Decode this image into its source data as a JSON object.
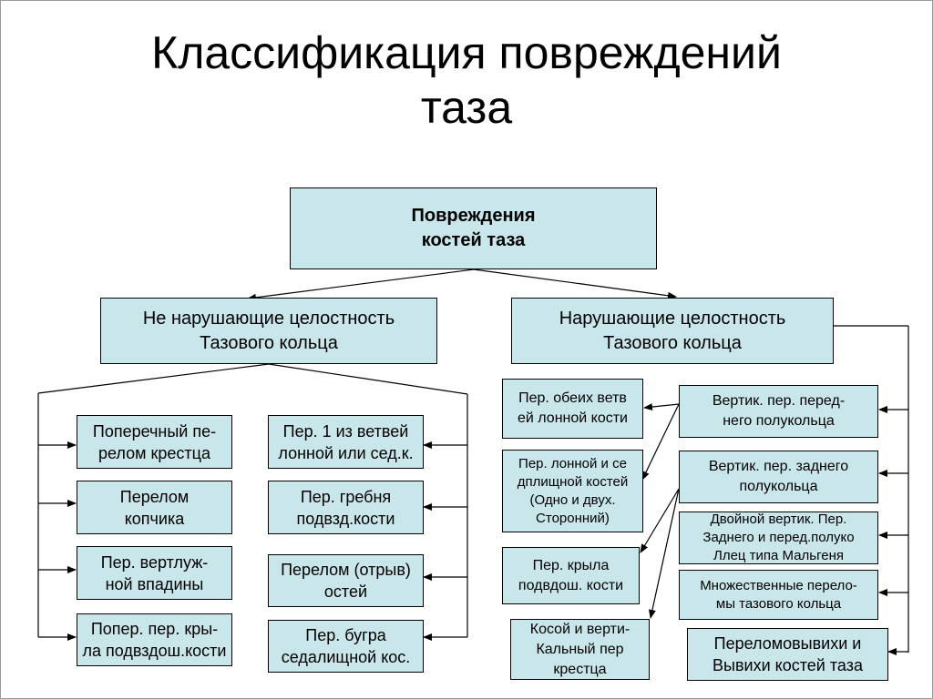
{
  "slide": {
    "title_line1": "Классификация повреждений",
    "title_line2": "таза"
  },
  "diagram": {
    "root": "Повреждения\nкостей таза",
    "left_category": "Не нарушающие целостность\nТазового кольца",
    "right_category": "Нарушающие целостность\nТазового кольца",
    "left_col_a": [
      "Поперечный пе-\nрелом крестца",
      "Перелом\nкопчика",
      "Пер. вертлуж-\nной впадины",
      "Попер. пер. кры-\nла подвздош.кости"
    ],
    "left_col_b": [
      "Пер. 1 из ветвей\nлонной или сед.к.",
      "Пер. гребня\nподвзд.кости",
      "Перелом (отрыв)\nостей",
      "Пер. бугра\nседалищной кос."
    ],
    "right_col_a": [
      "Пер. обеих ветв\nей лонной кости",
      "Пер. лонной и се\nдплищной костей\n(Одно и двух.\nСторонний)",
      "Пер. крыла\nподвдош. кости",
      "Косой и верти-\nКальный пер\nкрестца"
    ],
    "right_col_b": [
      "Вертик. пер. перед-\nнего полукольца",
      "Вертик. пер. заднего\nполукольца",
      "Двойной вертик. Пер.\nЗаднего и перед.полуко\nЛлец типа Мальгеня",
      "Множественные перело-\nмы тазового кольца",
      "Переломовывихи и\nВывихи костей таза"
    ]
  },
  "colors": {
    "box_fill": "#c9e6ea",
    "line": "#000000"
  }
}
